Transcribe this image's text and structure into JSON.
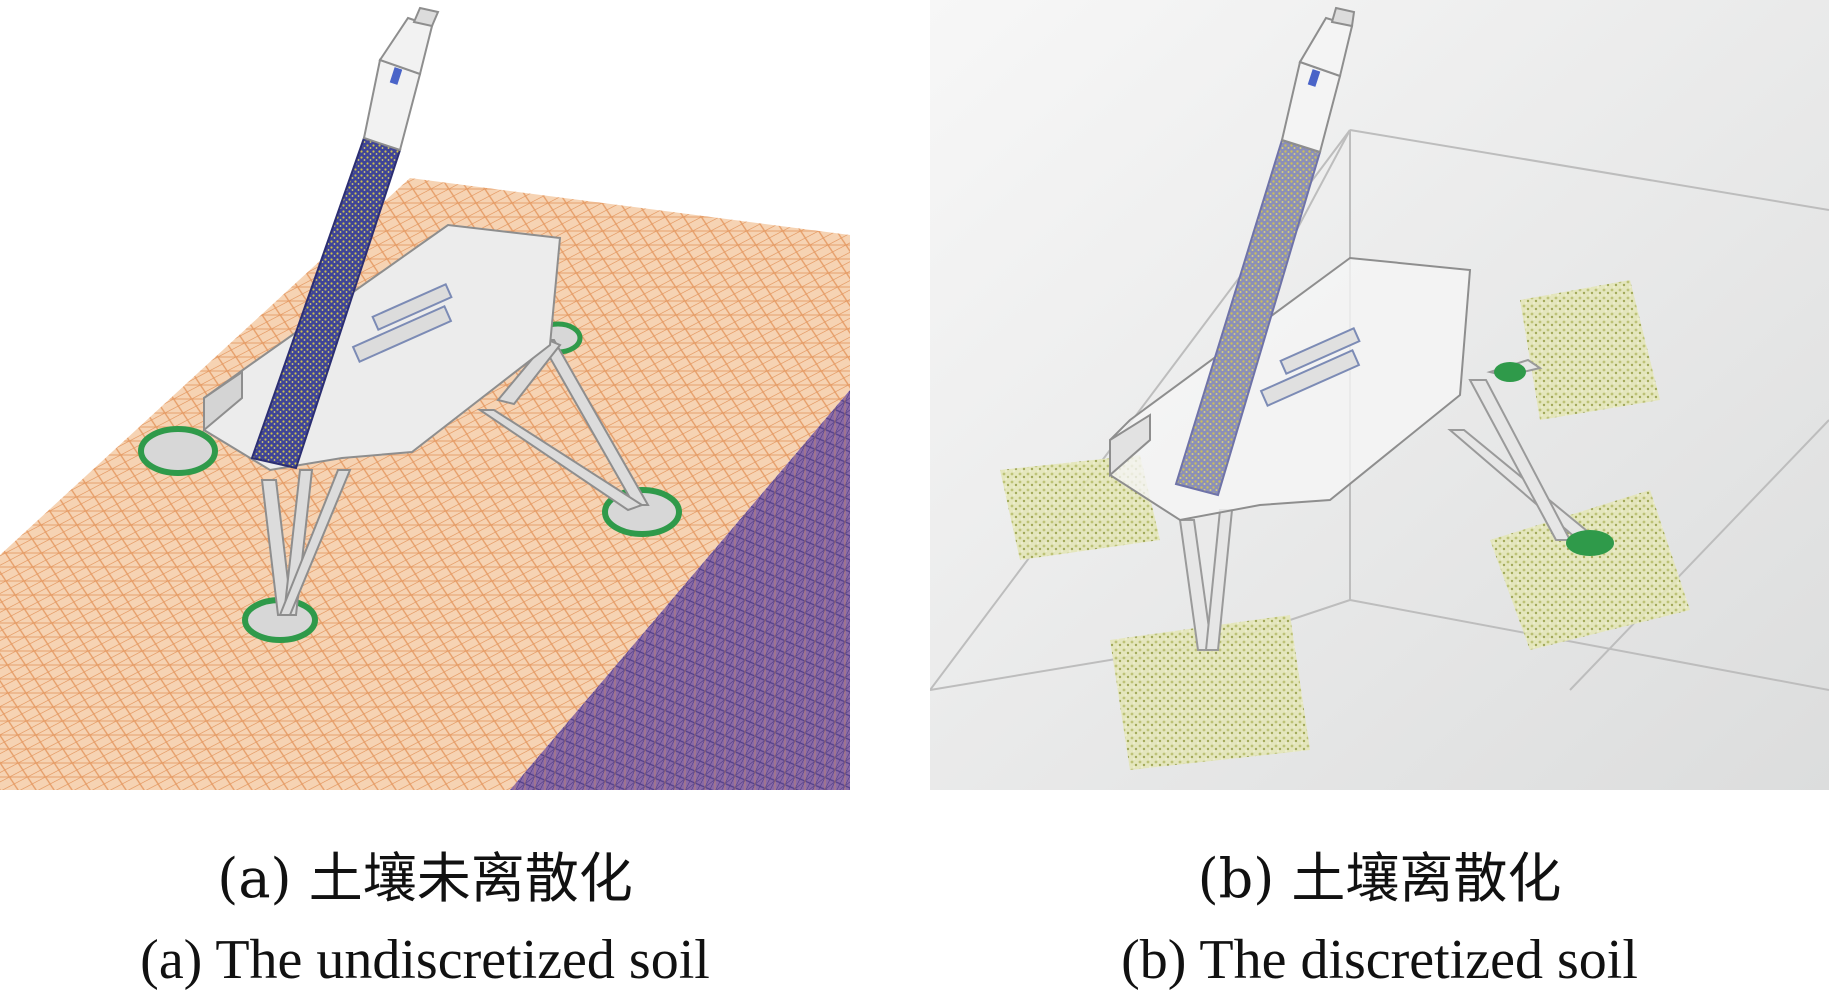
{
  "figure": {
    "panel_a": {
      "caption_zh": "(a) 土壤未离散化",
      "caption_en": "(a) The undiscretized soil"
    },
    "panel_b": {
      "caption_zh": "(b) 土壤离散化",
      "caption_en": "(b) The discretized soil"
    }
  },
  "colors": {
    "mesh_top": "#f6d3b3",
    "mesh_line": "#e59a63",
    "mesh_side": "#7d5aa0",
    "lander_body": "#ececec",
    "lander_edge": "#8e8e8e",
    "drill_mesh": "#4a4d9c",
    "drill_dots": "#cfc34a",
    "foot_green": "#2f9a4a",
    "particles": "#d8dc9a",
    "scene_bg": "#e9eaea"
  }
}
